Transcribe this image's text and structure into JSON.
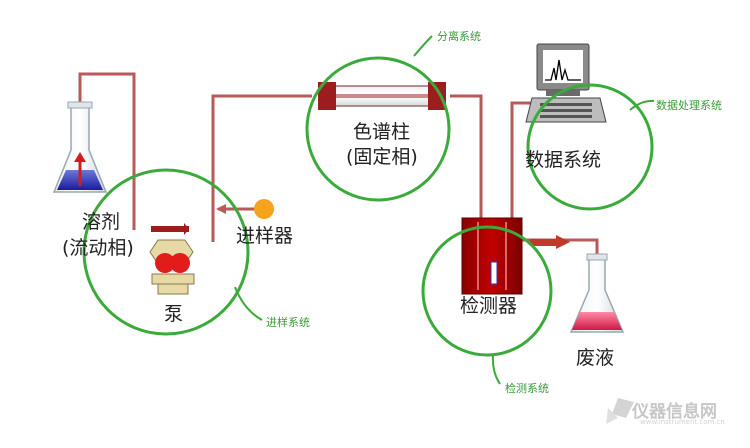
{
  "labels": {
    "solvent": "溶剂",
    "mobile_phase": "(流动相)",
    "pump": "泵",
    "injector": "进样器",
    "column": "色谱柱",
    "stationary_phase": "(固定相)",
    "detector": "检测器",
    "data_system": "数据系统",
    "waste": "废液"
  },
  "annotations": {
    "separation_system": "分离系统",
    "data_processing_system": "数据处理系统",
    "injection_system": "进样系统",
    "detection_system": "检测系统"
  },
  "watermark": {
    "text": "仪器信息网",
    "url": "www.instrument.com.cn"
  },
  "colors": {
    "tubing": "#b85a5a",
    "circle": "#3aaa3a",
    "annotation_text": "#3a9a3a",
    "detector": "#b00000",
    "liquid_blue": "#2020b0",
    "liquid_red": "#e03060",
    "injector_dot": "#f7a21b",
    "column_cap": "#9b1d1d"
  }
}
